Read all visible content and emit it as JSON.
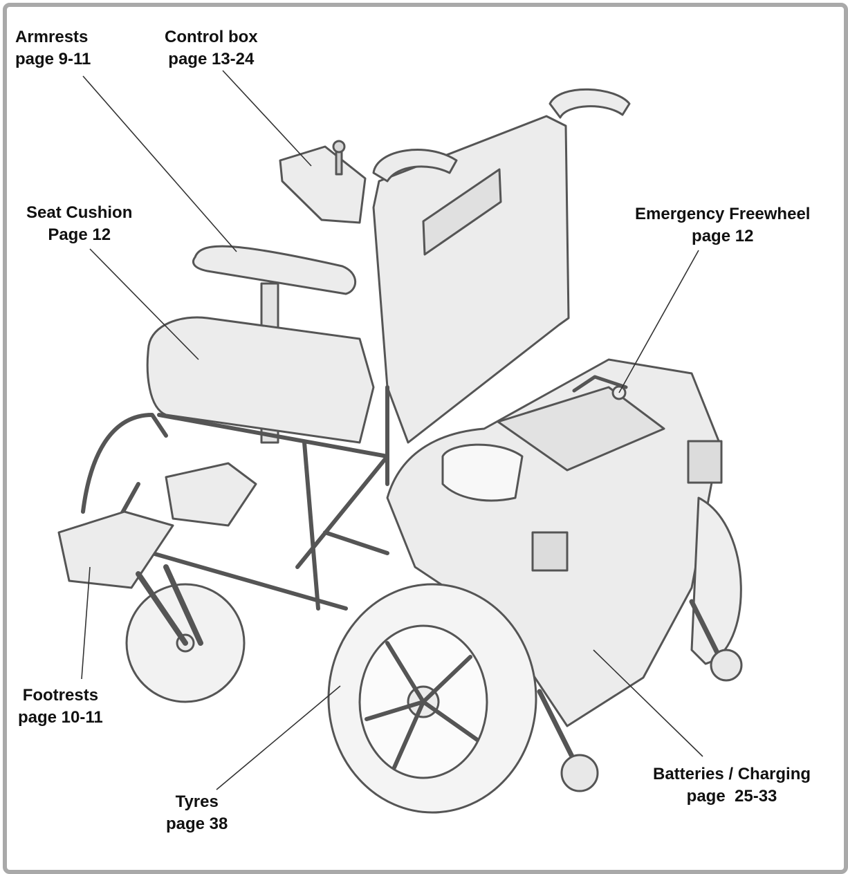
{
  "labels": {
    "armrests": {
      "name": "Armrests",
      "page": "page 9-11"
    },
    "control_box": {
      "name": "Control box",
      "page": "page 13-24"
    },
    "seat_cushion": {
      "name": "Seat Cushion",
      "page": "Page 12"
    },
    "emergency_freewheel": {
      "name": "Emergency Freewheel",
      "page": "page 12"
    },
    "footrests": {
      "name": "Footrests",
      "page": "page 10-11"
    },
    "tyres": {
      "name": "Tyres",
      "page": "page 38"
    },
    "batteries": {
      "name": "Batteries / Charging",
      "page": "page  25-33"
    }
  },
  "colors": {
    "frame": "#a9a9a9",
    "ink": "#444444",
    "fill": "#ececec",
    "text": "#111111"
  }
}
